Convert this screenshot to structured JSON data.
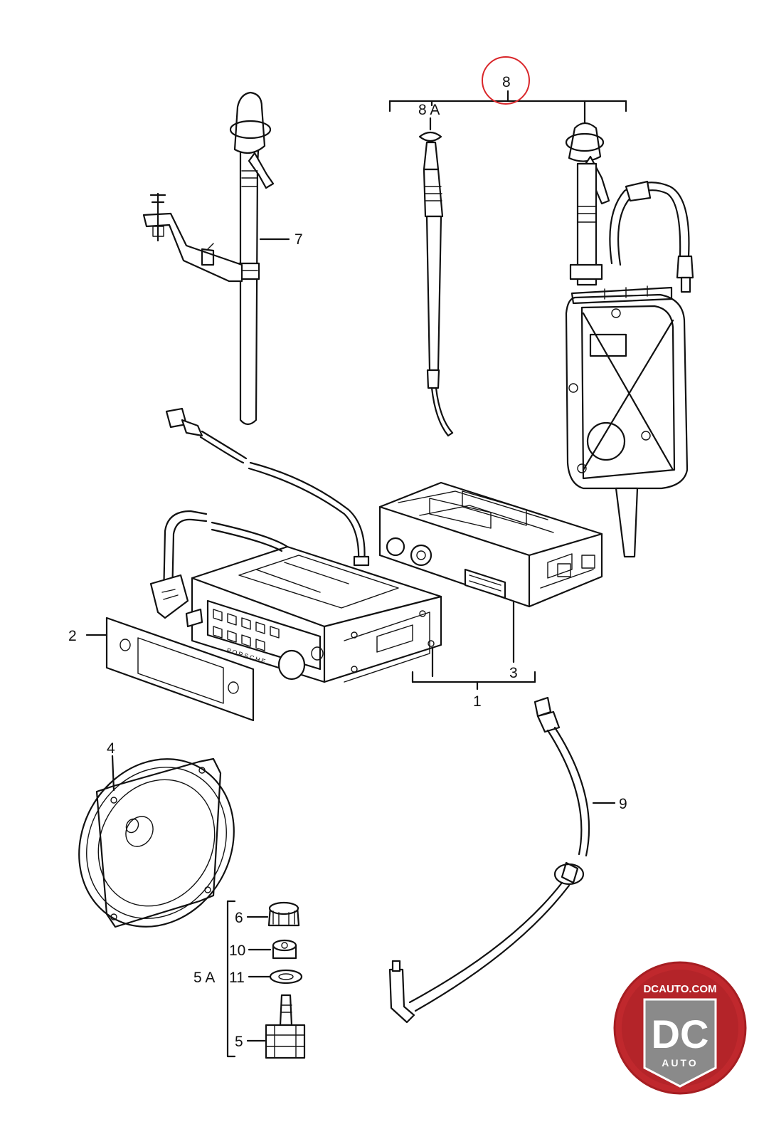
{
  "callouts": {
    "c1": "1",
    "c2": "2",
    "c3": "3",
    "c4": "4",
    "c5": "5",
    "c5a": "5 A",
    "c6": "6",
    "c7": "7",
    "c8": "8",
    "c8a": "8 A",
    "c9": "9",
    "c10": "10",
    "c11": "11"
  },
  "radio_face_text": "PORSCHE",
  "watermark": {
    "site": "DCAUTO.COM",
    "monogram": "DC",
    "word": "AUTO"
  },
  "colors": {
    "line": "#111111",
    "highlight_circle": "#d9262a",
    "badge_red": "#c0282d",
    "badge_gray": "#8a8a8a"
  }
}
